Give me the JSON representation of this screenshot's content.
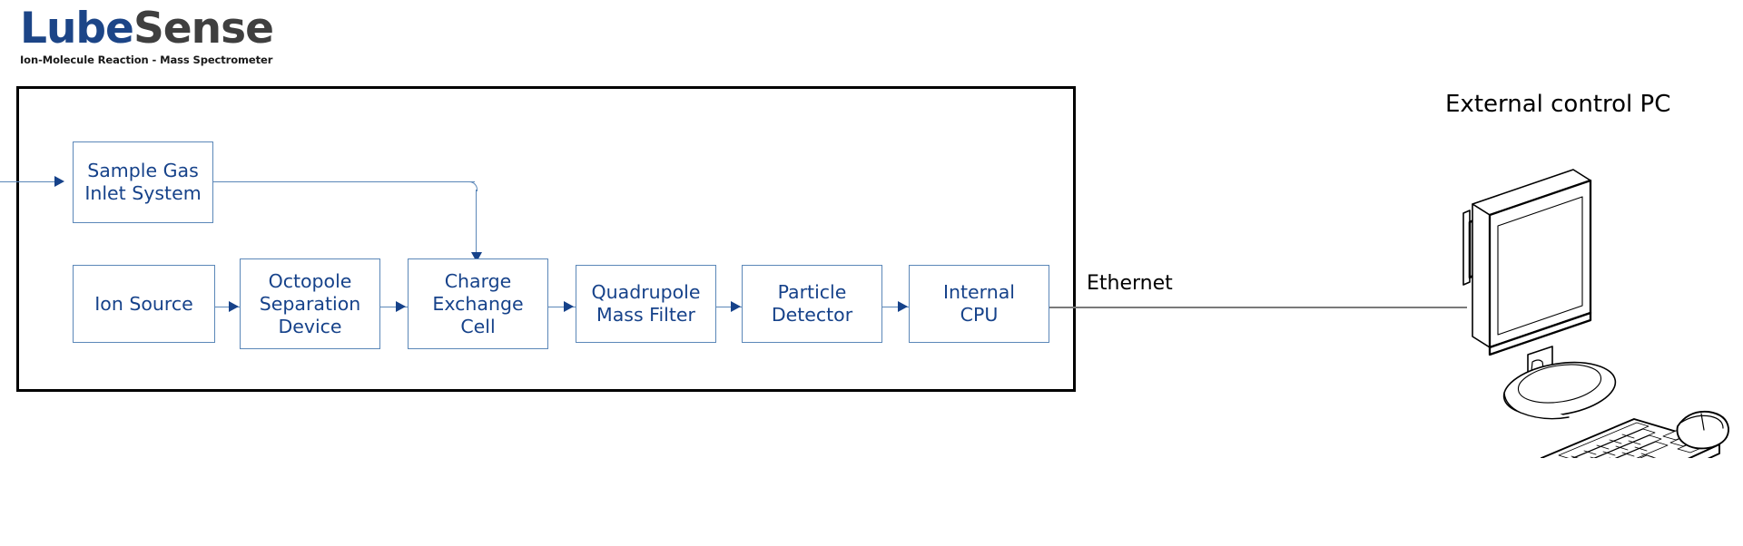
{
  "logo": {
    "brand_primary": "Lube",
    "brand_secondary": "Sense",
    "tagline": "Ion-Molecule Reaction - Mass Spectrometer",
    "color_primary": "#1c4587",
    "color_secondary": "#3f3f3f"
  },
  "diagram": {
    "box_border_color": "#5b87b8",
    "box_text_color": "#16428a",
    "enclosure_border_color": "#000000",
    "connector_color": "#5b87b8",
    "blocks": [
      {
        "id": "sample-gas-inlet-system",
        "label": "Sample Gas\nInlet System"
      },
      {
        "id": "ion-source",
        "label": "Ion Source"
      },
      {
        "id": "octopole-separation-device",
        "label": "Octopole\nSeparation\nDevice"
      },
      {
        "id": "charge-exchange-cell",
        "label": "Charge\nExchange\nCell"
      },
      {
        "id": "quadrupole-mass-filter",
        "label": "Quadrupole\nMass Filter"
      },
      {
        "id": "particle-detector",
        "label": "Particle\nDetector"
      },
      {
        "id": "internal-cpu",
        "label": "Internal\nCPU"
      }
    ]
  },
  "network": {
    "link_label": "Ethernet",
    "link_color": "#7a7a7a"
  },
  "external": {
    "title": "External control PC",
    "devices": [
      "monitor",
      "keyboard",
      "mouse"
    ]
  }
}
